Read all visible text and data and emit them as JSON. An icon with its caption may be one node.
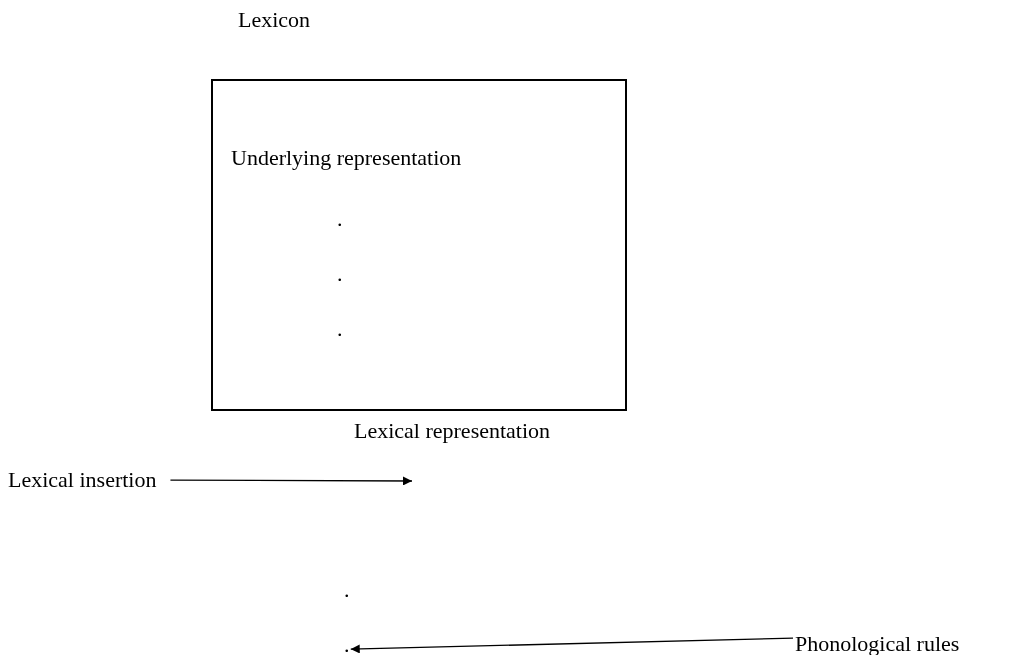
{
  "diagram": {
    "title": "Lexicon",
    "nodes": [
      {
        "text": [
          "Underlying representation",
          ".",
          ".",
          "."
        ],
        "beside": [
          "Lexical representation"
        ]
      },
      {
        "text": [
          "Lexical insertion"
        ]
      },
      {
        "text": [
          "."
        ]
      },
      {
        "text": [
          "."
        ]
      },
      {
        "text": [
          "Phonological rules"
        ]
      }
    ],
    "edges": [
      {
        "from": 1,
        "to": null,
        "arrow": "to"
      },
      {
        "from": 4,
        "to": 3,
        "arrow": "to"
      }
    ]
  }
}
